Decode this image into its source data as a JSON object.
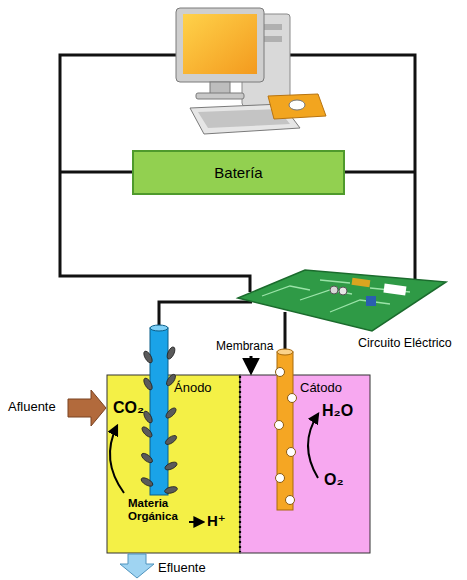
{
  "diagram": {
    "nodes": [
      {
        "text": [
          "Batería"
        ]
      },
      {
        "text": [
          "Ánodo",
          "CO₂",
          "Materia Orgánica"
        ]
      },
      {
        "text": [
          "Cátodo",
          "H₂O",
          "O₂"
        ]
      }
    ],
    "labels": [
      "Membrana",
      "Circuito Eléctrico",
      "Afluente",
      "H⁺",
      "Efluente"
    ]
  }
}
